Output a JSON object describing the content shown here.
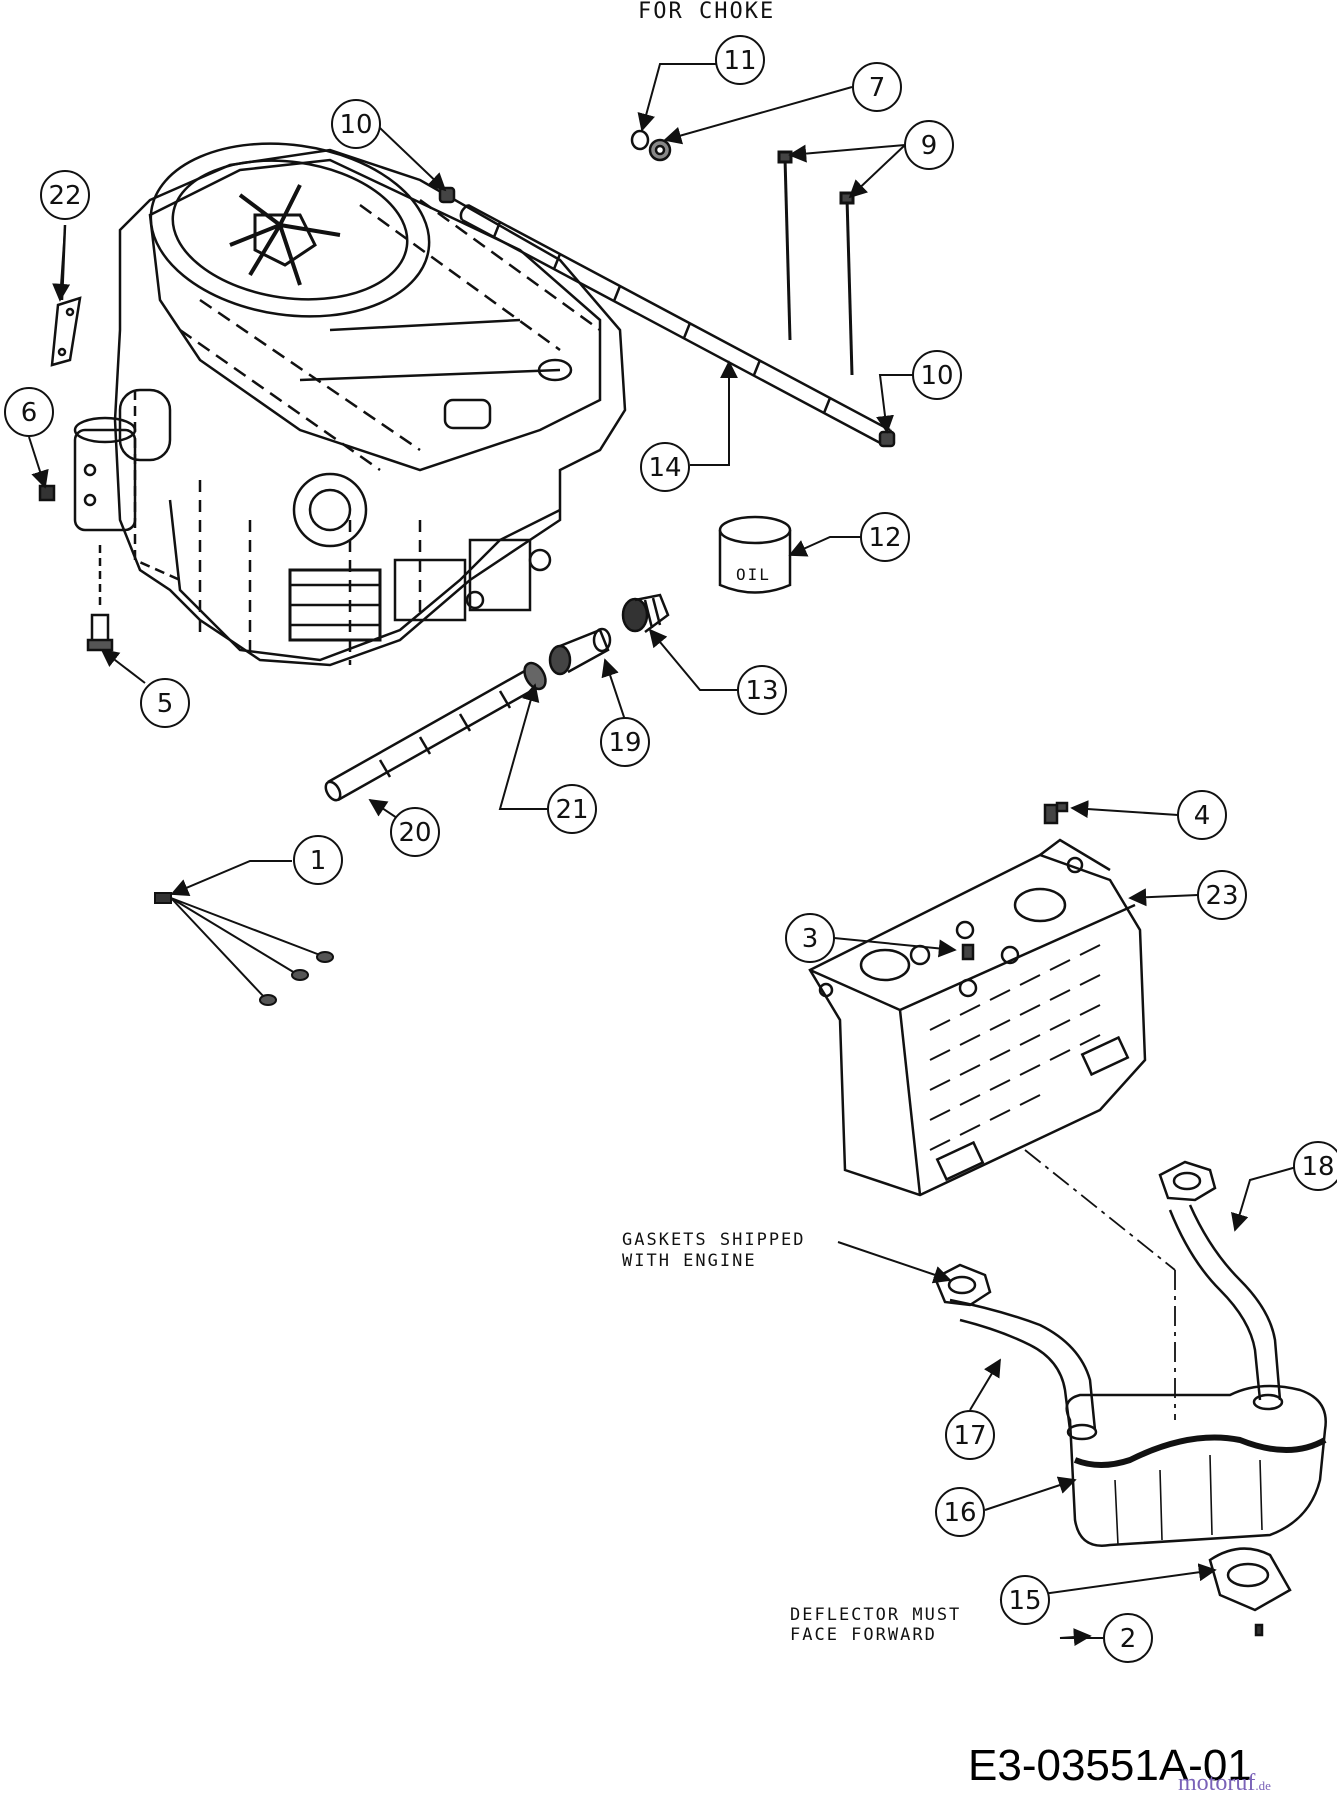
{
  "header_note": "FOR CHOKE",
  "notes": {
    "gaskets_line1": "GASKETS SHIPPED",
    "gaskets_line2": "WITH ENGINE",
    "deflector_line1": "DEFLECTOR MUST",
    "deflector_line2": "FACE FORWARD"
  },
  "oil_label": "OIL",
  "drawing_number": "E3-03551A-01",
  "watermark": {
    "text": "motoruf",
    "suffix": ".de"
  },
  "callouts": {
    "c1": "1",
    "c2": "2",
    "c3": "3",
    "c4": "4",
    "c5": "5",
    "c6": "6",
    "c7": "7",
    "c9": "9",
    "c10a": "10",
    "c10b": "10",
    "c11": "11",
    "c12": "12",
    "c13": "13",
    "c14": "14",
    "c15": "15",
    "c16": "16",
    "c17": "17",
    "c18": "18",
    "c19": "19",
    "c20": "20",
    "c21": "21",
    "c22": "22",
    "c23": "23"
  }
}
